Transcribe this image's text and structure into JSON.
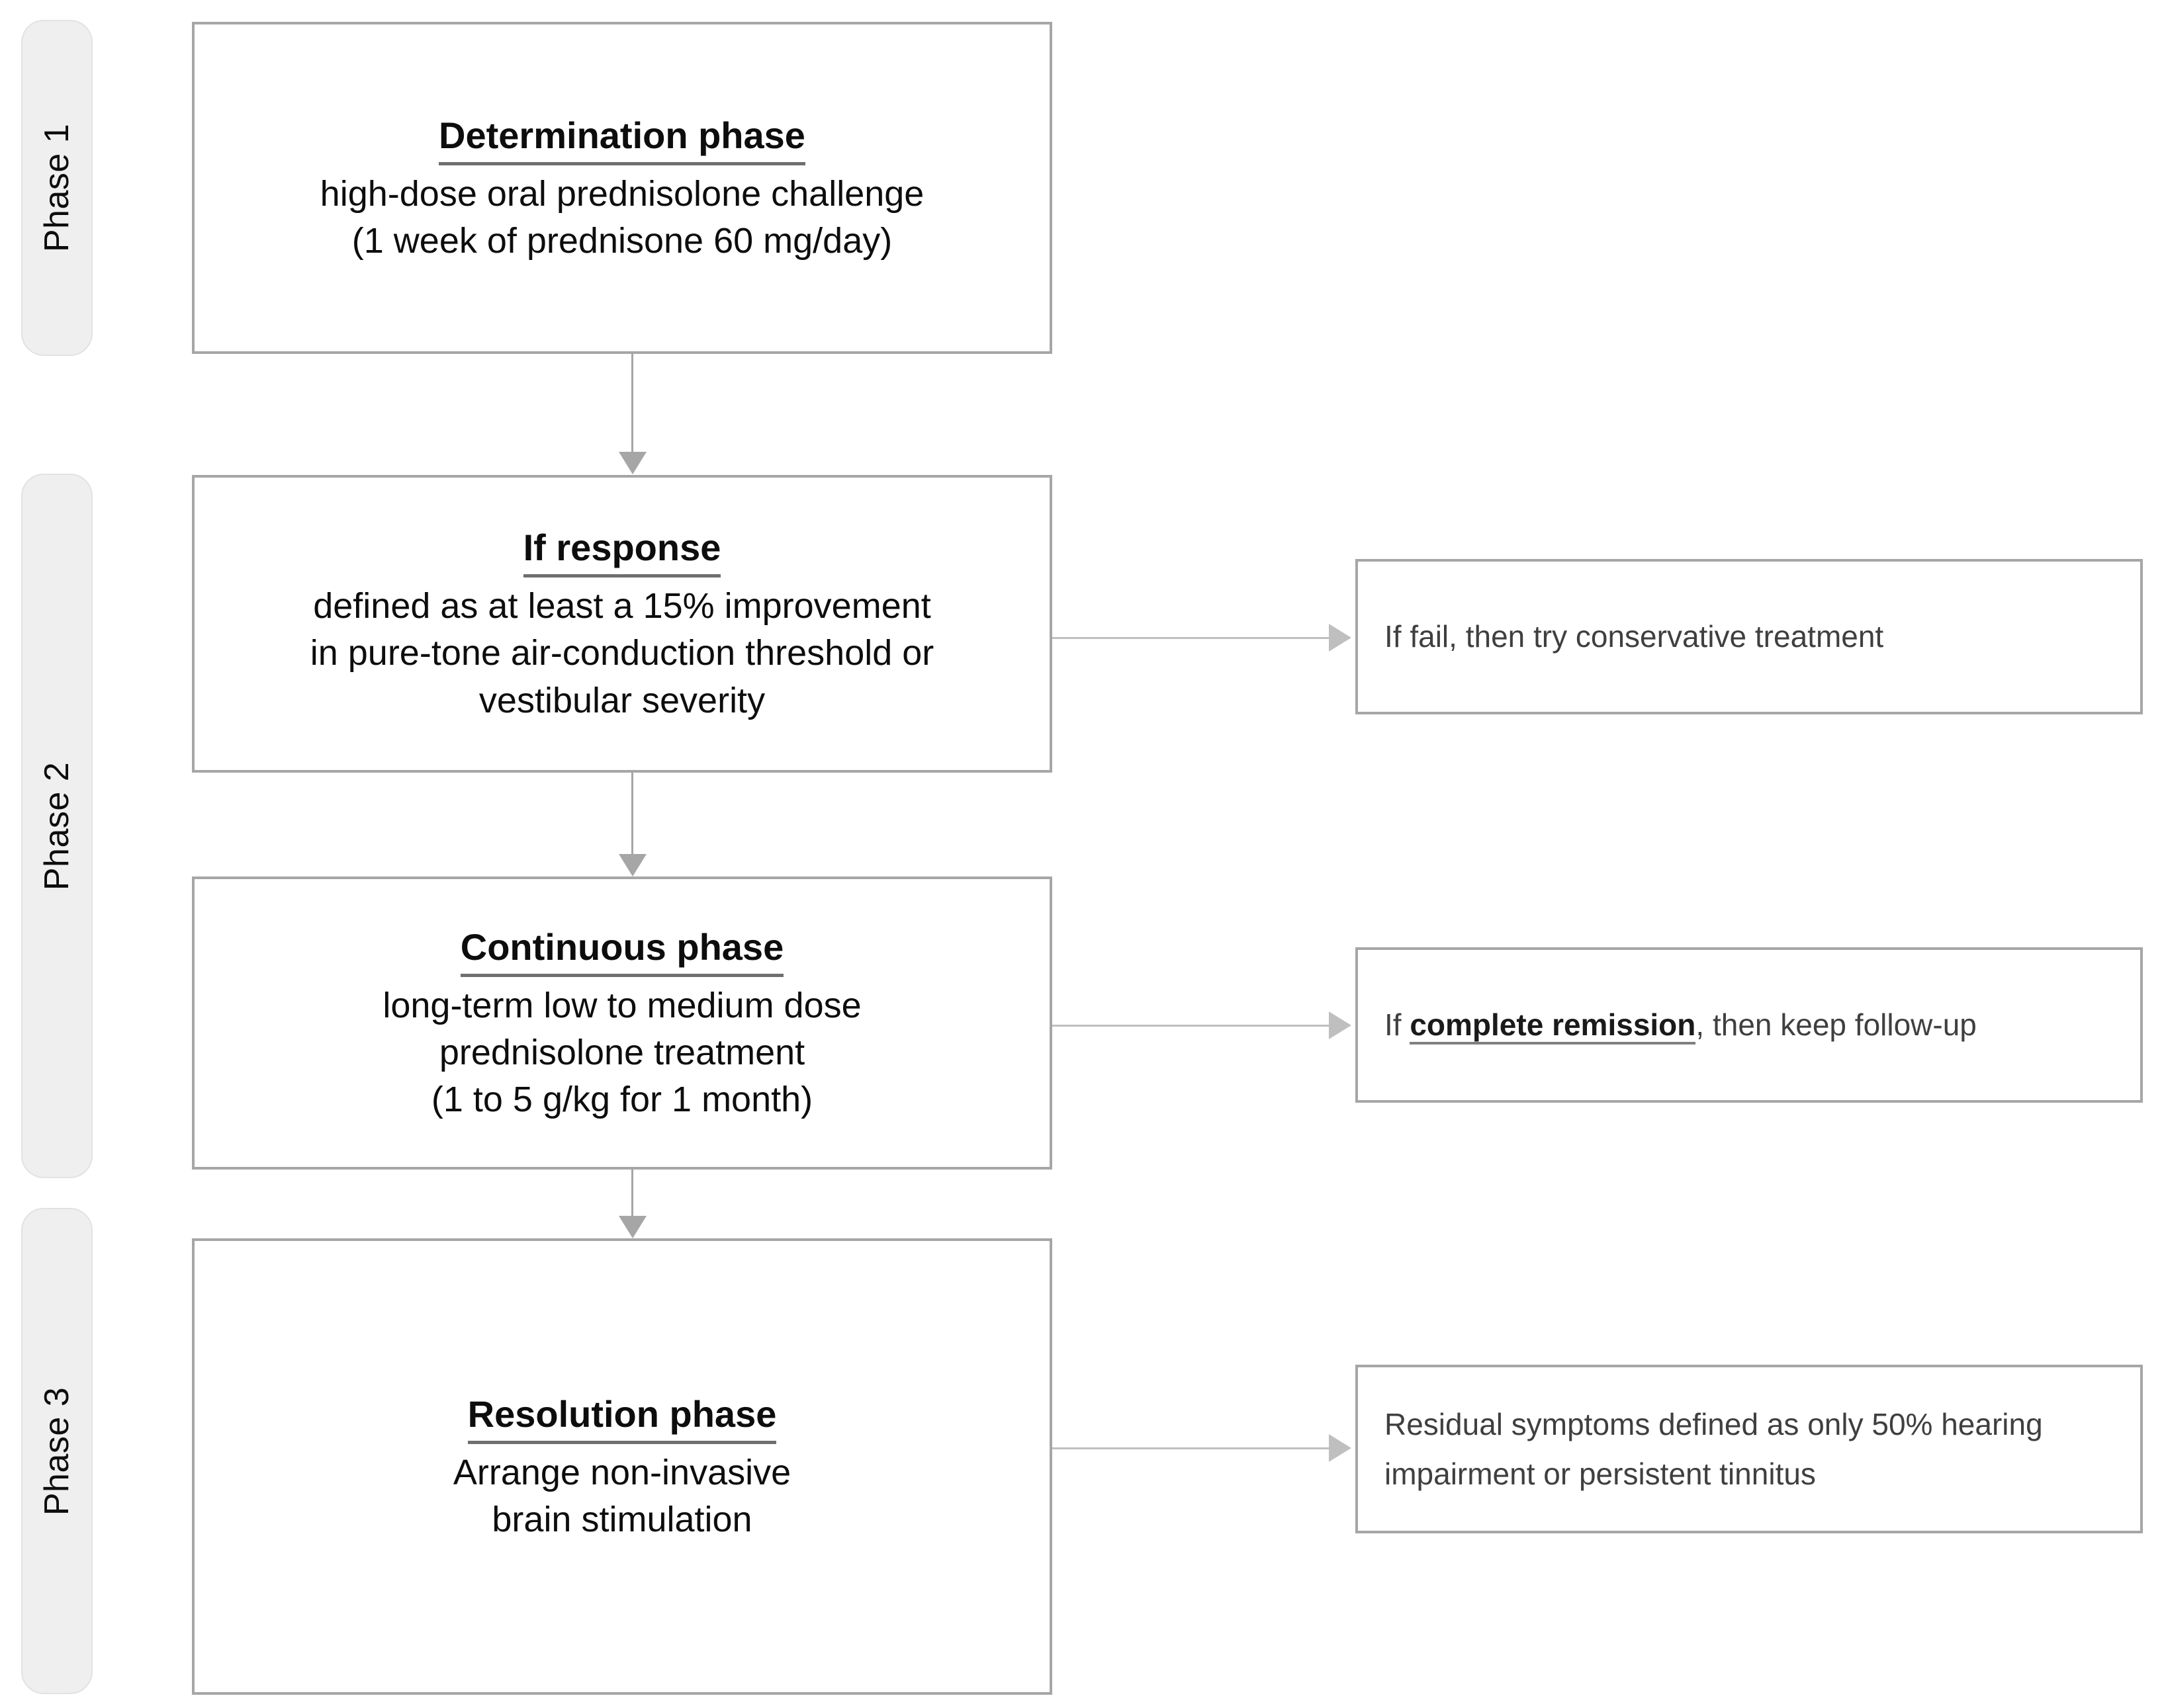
{
  "diagram": {
    "title": "Three-phase corticosteroid treatment protocol flowchart",
    "accent_border": "#a6a6a6",
    "connector_color": "#bfbfbf",
    "tab_fill": "#efefef"
  },
  "phases": [
    {
      "id": "phase-1",
      "label": "Phase 1"
    },
    {
      "id": "phase-2",
      "label": "Phase 2"
    },
    {
      "id": "phase-3",
      "label": "Phase 3"
    }
  ],
  "steps": [
    {
      "id": "determination-phase",
      "title": "Determination phase",
      "lines": [
        "high-dose oral prednisolone challenge",
        "(1 week of prednisone 60 mg/day)"
      ]
    },
    {
      "id": "if-response",
      "title": "If response",
      "lines": [
        "defined as at least a 15% improvement",
        "in pure-tone air-conduction threshold or",
        "vestibular severity"
      ]
    },
    {
      "id": "continuous-phase",
      "title": "Continuous phase",
      "lines": [
        "long-term low to medium dose",
        "prednisolone treatment",
        "(1 to 5 g/kg for 1 month)"
      ]
    },
    {
      "id": "resolution-phase",
      "title": "Resolution phase",
      "lines": [
        "Arrange non-invasive",
        "brain stimulation"
      ]
    }
  ],
  "notes": [
    {
      "id": "note-if-fail",
      "prefix": "If fail, then try conservative treatment",
      "emphasis": "",
      "suffix": "",
      "line2": ""
    },
    {
      "id": "note-complete-remission",
      "prefix": "If ",
      "emphasis": "complete remission",
      "suffix": ", then keep follow-up",
      "line2": ""
    },
    {
      "id": "note-residual-symptoms",
      "prefix": "Residual symptoms defined as only 50% hearing",
      "emphasis": "",
      "suffix": "",
      "line2": "impairment or persistent tinnitus"
    }
  ]
}
